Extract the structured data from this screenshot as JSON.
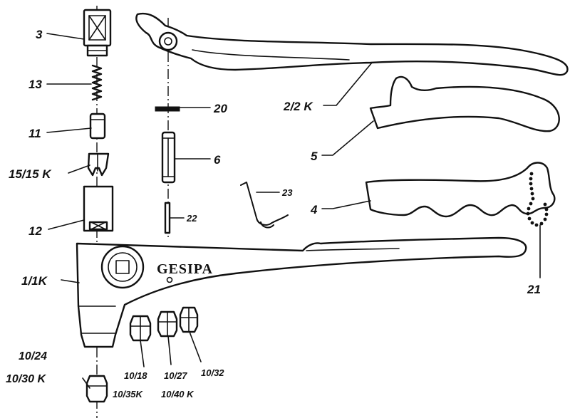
{
  "brand": "GESIPA",
  "labels": {
    "p3": "3",
    "p13": "13",
    "p11": "11",
    "p15": "15/15 K",
    "p12": "12",
    "p1": "1/1K",
    "p10_24": "10/24",
    "p10_30": "10/30 K",
    "p10_35": "10/35K",
    "p10_40": "10/40 K",
    "p10_18": "10/18",
    "p10_27": "10/27",
    "p10_32": "10/32",
    "p20": "20",
    "p6": "6",
    "p22": "22",
    "p23": "23",
    "p2": "2/2 K",
    "p5": "5",
    "p4": "4",
    "p21": "21"
  },
  "colors": {
    "ink": "#111111",
    "background": "#ffffff"
  }
}
